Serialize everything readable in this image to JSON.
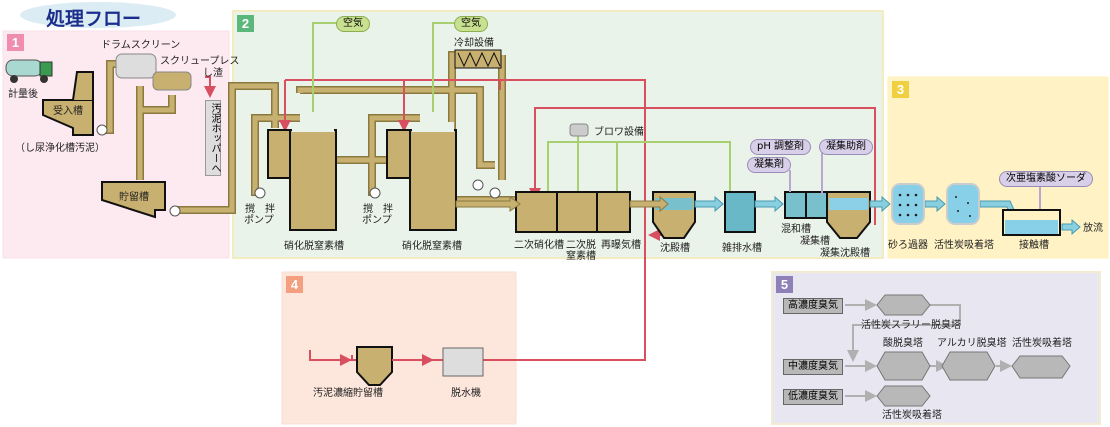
{
  "title": "処理フロー",
  "sections": {
    "s1": {
      "number": "1",
      "color": "#f08cb0"
    },
    "s2": {
      "number": "2",
      "color": "#5cb87a"
    },
    "s3": {
      "number": "3",
      "color": "#f0d040"
    },
    "s4": {
      "number": "4",
      "color": "#f4a080"
    },
    "s5": {
      "number": "5",
      "color": "#9080b8"
    }
  },
  "s1": {
    "drum_screen": "ドラムスクリーン",
    "screw_press": "スクリュープレス",
    "screenings": "し渣",
    "to_hopper": "汚泥ホッパーへ",
    "after_weighing": "計量後",
    "receiving_tank": "受入槽",
    "source": "（し尿浄化槽汚泥）",
    "storage_tank": "貯留槽"
  },
  "s2": {
    "air1": "空気",
    "air2": "空気",
    "cooling": "冷却設備",
    "pump1_a": "撹　拌",
    "pump1_b": "ポンプ",
    "pump2_a": "撹　拌",
    "pump2_b": "ポンプ",
    "nitri1": "硝化脱窒素槽",
    "nitri2": "硝化脱窒素槽",
    "blower": "ブロワ設備",
    "secondary_nitri": "二次硝化槽",
    "secondary_denitri_a": "二次脱",
    "secondary_denitri_b": "窒素槽",
    "reaeration": "再曝気槽",
    "settling": "沈殿槽",
    "misc_drain": "雑排水槽",
    "ph_agent": "pH 調整剤",
    "coagulant": "凝集剤",
    "coag_aid": "凝集助剤",
    "mixing": "混和槽",
    "coag_tank": "凝集槽",
    "coag_settling": "凝集沈殿槽"
  },
  "s3": {
    "sand_filter": "砂ろ過器",
    "carbon_tower": "活性炭吸着塔",
    "hypochlorite": "次亜塩素酸ソーダ",
    "contact_tank": "接触槽",
    "discharge": "放流"
  },
  "s4": {
    "sludge_tank": "汚泥濃縮貯留槽",
    "dewater": "脱水機"
  },
  "s5": {
    "high": "高濃度臭気",
    "slurry": "活性炭スラリー脱臭塔",
    "acid": "酸脱臭塔",
    "alkali": "アルカリ脱臭塔",
    "carbon1": "活性炭吸着塔",
    "mid": "中濃度臭気",
    "low": "低濃度臭気",
    "carbon2": "活性炭吸着塔"
  }
}
